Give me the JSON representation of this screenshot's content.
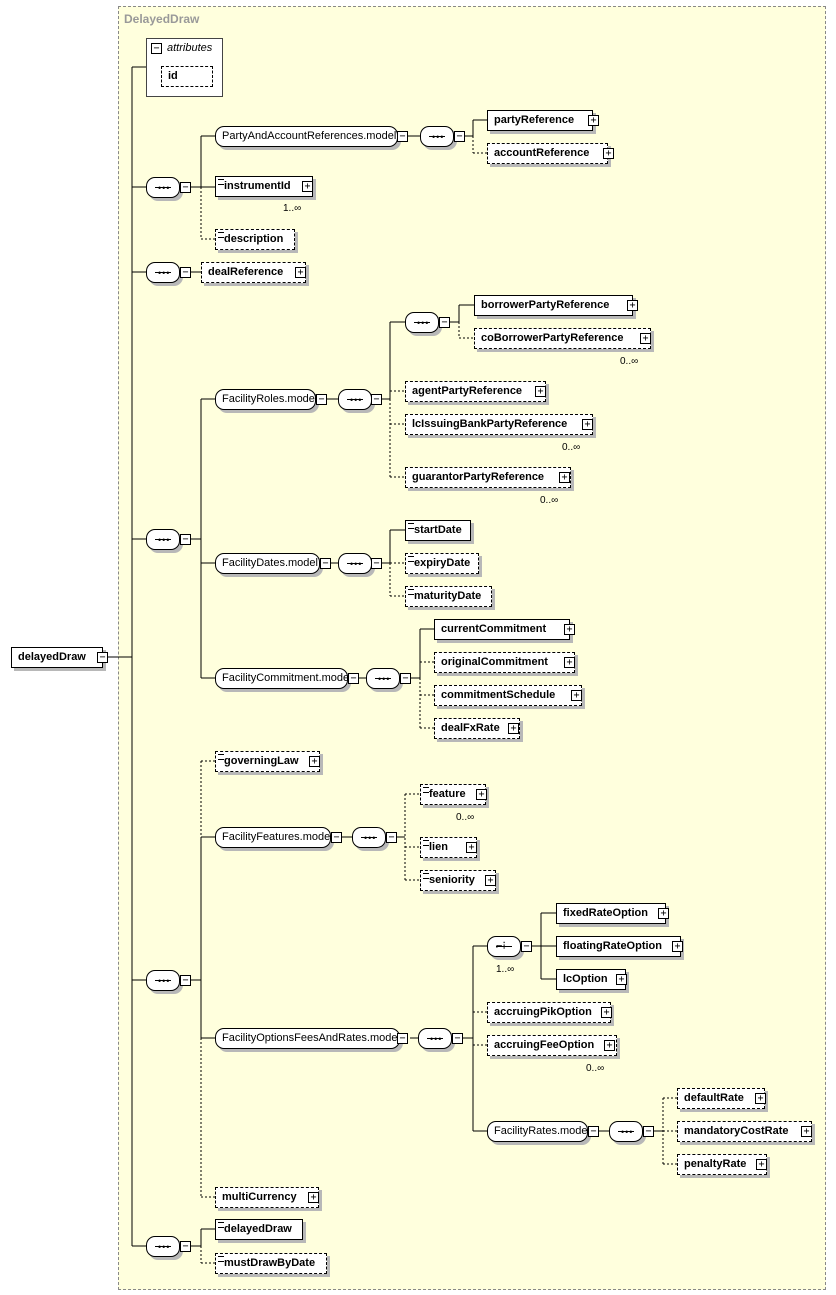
{
  "diagram": {
    "title": "DelayedDraw",
    "root": "delayedDraw",
    "attributes_label": "attributes",
    "attributes": [
      "id"
    ],
    "elements": {
      "partyReference": "partyReference",
      "accountReference": "accountReference",
      "instrumentId": "instrumentId",
      "description": "description",
      "dealReference": "dealReference",
      "borrowerPartyReference": "borrowerPartyReference",
      "coBorrowerPartyReference": "coBorrowerPartyReference",
      "agentPartyReference": "agentPartyReference",
      "lcIssuingBankPartyReference": "lcIssuingBankPartyReference",
      "guarantorPartyReference": "guarantorPartyReference",
      "startDate": "startDate",
      "expiryDate": "expiryDate",
      "maturityDate": "maturityDate",
      "currentCommitment": "currentCommitment",
      "originalCommitment": "originalCommitment",
      "commitmentSchedule": "commitmentSchedule",
      "dealFxRate": "dealFxRate",
      "governingLaw": "governingLaw",
      "feature": "feature",
      "lien": "lien",
      "seniority": "seniority",
      "fixedRateOption": "fixedRateOption",
      "floatingRateOption": "floatingRateOption",
      "lcOption": "lcOption",
      "accruingPikOption": "accruingPikOption",
      "accruingFeeOption": "accruingFeeOption",
      "defaultRate": "defaultRate",
      "mandatoryCostRate": "mandatoryCostRate",
      "penaltyRate": "penaltyRate",
      "multiCurrency": "multiCurrency",
      "delayedDrawChild": "delayedDraw",
      "mustDrawByDate": "mustDrawByDate"
    },
    "groups": {
      "partyAndAccountReferences": "PartyAndAccountReferences.model",
      "facilityRoles": "FacilityRoles.model",
      "facilityDates": "FacilityDates.model",
      "facilityCommitment": "FacilityCommitment.model",
      "facilityFeatures": "FacilityFeatures.model",
      "facilityOptionsFeesAndRates": "FacilityOptionsFeesAndRates.model",
      "facilityRates": "FacilityRates.model"
    },
    "cardinalities": {
      "instrumentId": "1..∞",
      "coBorrowerPartyReference": "0..∞",
      "lcIssuingBankPartyReference": "0..∞",
      "guarantorPartyReference": "0..∞",
      "feature": "0..∞",
      "optionChoice": "1..∞",
      "accruingFeeOption": "0..∞"
    },
    "symbols": {
      "expand": "+",
      "collapse": "−",
      "sequence": "•••",
      "choice": "⌐⁝"
    },
    "colors": {
      "background": "#ffffdd",
      "frame_border": "#888888",
      "title": "#999999",
      "shadow": "#b8b8b8"
    }
  }
}
